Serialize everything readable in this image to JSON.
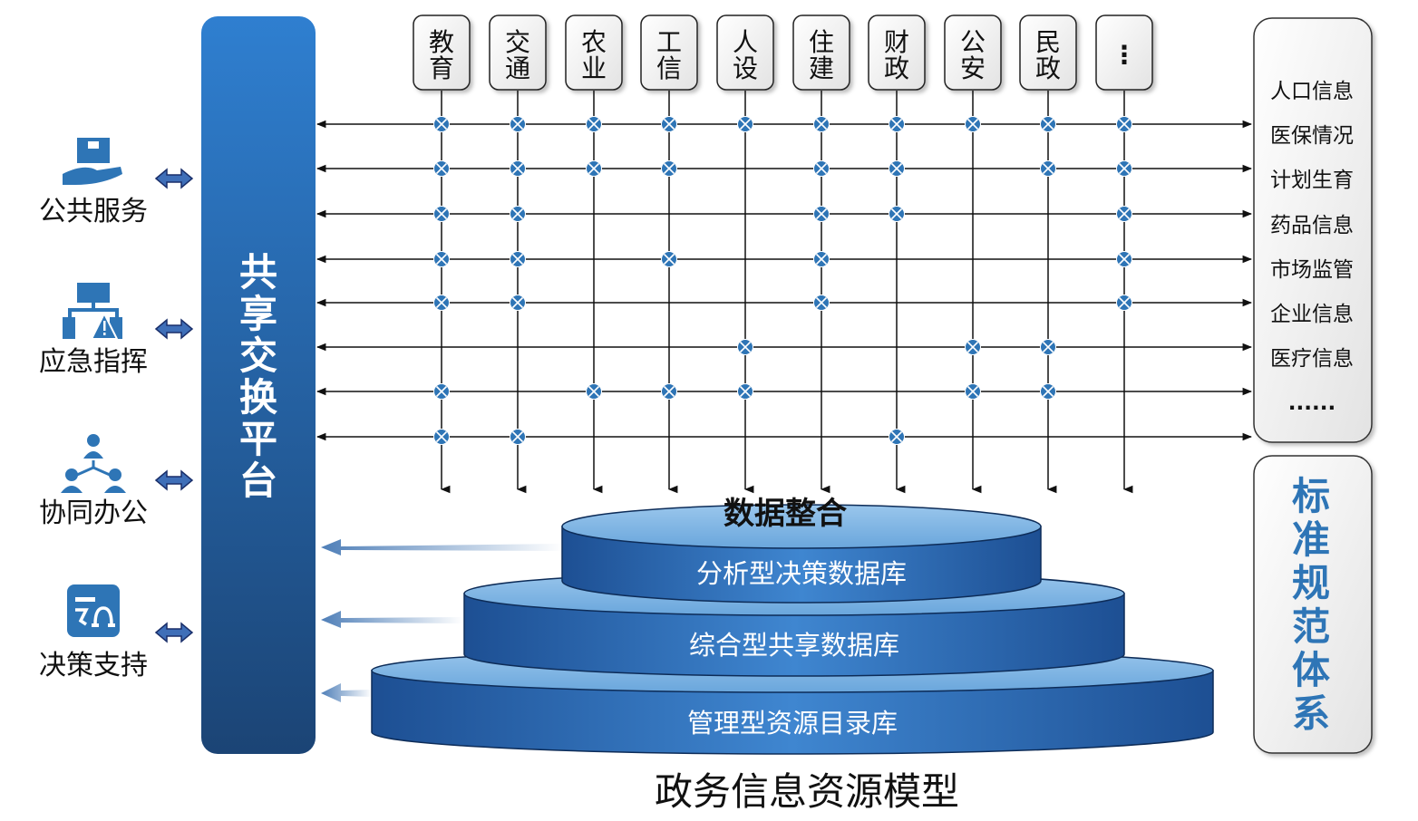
{
  "title": "政务信息资源模型",
  "platform_label": "共享交换平台",
  "integration_label": "数据整合",
  "standard_label": "标准规范体系",
  "services": [
    {
      "label": "公共服务",
      "icon": "hand-box-icon"
    },
    {
      "label": "应急指挥",
      "icon": "network-warning-icon"
    },
    {
      "label": "协同办公",
      "icon": "team-icon"
    },
    {
      "label": "决策支持",
      "icon": "decision-icon"
    }
  ],
  "departments": [
    "教育",
    "交通",
    "农业",
    "工信",
    "人设",
    "住建",
    "财政",
    "公安",
    "民政",
    "⋮"
  ],
  "info_categories": [
    "人口信息",
    "医保情况",
    "计划生育",
    "药品信息",
    "市场监管",
    "企业信息",
    "医疗信息",
    "......"
  ],
  "databases": [
    "分析型决策数据库",
    "综合型共享数据库",
    "管理型资源目录库"
  ],
  "matrix": [
    [
      0,
      1,
      2,
      3,
      4,
      5,
      6,
      7,
      8,
      9
    ],
    [
      0,
      1,
      2,
      3,
      5,
      6,
      8,
      9
    ],
    [
      0,
      1,
      5,
      6,
      9
    ],
    [
      0,
      1,
      3,
      5,
      9
    ],
    [
      0,
      1,
      5,
      9
    ],
    [
      4,
      7,
      8
    ],
    [
      0,
      2,
      3,
      4,
      7,
      8
    ],
    [
      0,
      1,
      6
    ]
  ],
  "colors": {
    "platform_top": "#2f7fd0",
    "platform_bottom": "#1b4475",
    "disk_top": "#7db4e3",
    "disk_side_dark": "#1d4f93",
    "disk_side_light": "#3f86d0",
    "node": "#2e75b6",
    "icon": "#2e75b6",
    "standard_text": "#2e75b6"
  }
}
